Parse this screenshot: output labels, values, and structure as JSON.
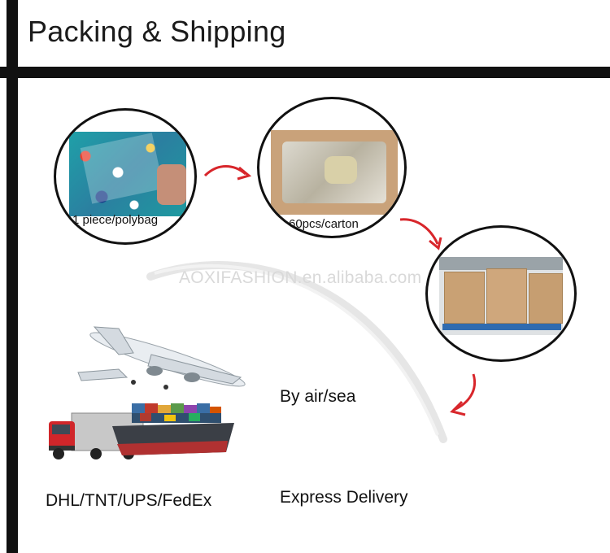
{
  "header": {
    "title": "Packing & Shipping"
  },
  "steps": [
    {
      "caption": "1 piece/polybag",
      "image": "folded-fabric-in-polybag"
    },
    {
      "caption": "60pcs/carton",
      "image": "open-carton-box"
    },
    {
      "caption": "",
      "image": "warehouse-pallets-of-cartons"
    }
  ],
  "watermark": "AOXIFASHION.en.alibaba.com",
  "transport": {
    "air_sea_label": "By air/sea",
    "express_label": "Express Delivery",
    "carriers_label": "DHL/TNT/UPS/FedEx"
  },
  "colors": {
    "frame": "#111111",
    "arrow": "#d8262b",
    "watermark": "#d9d9d9"
  }
}
